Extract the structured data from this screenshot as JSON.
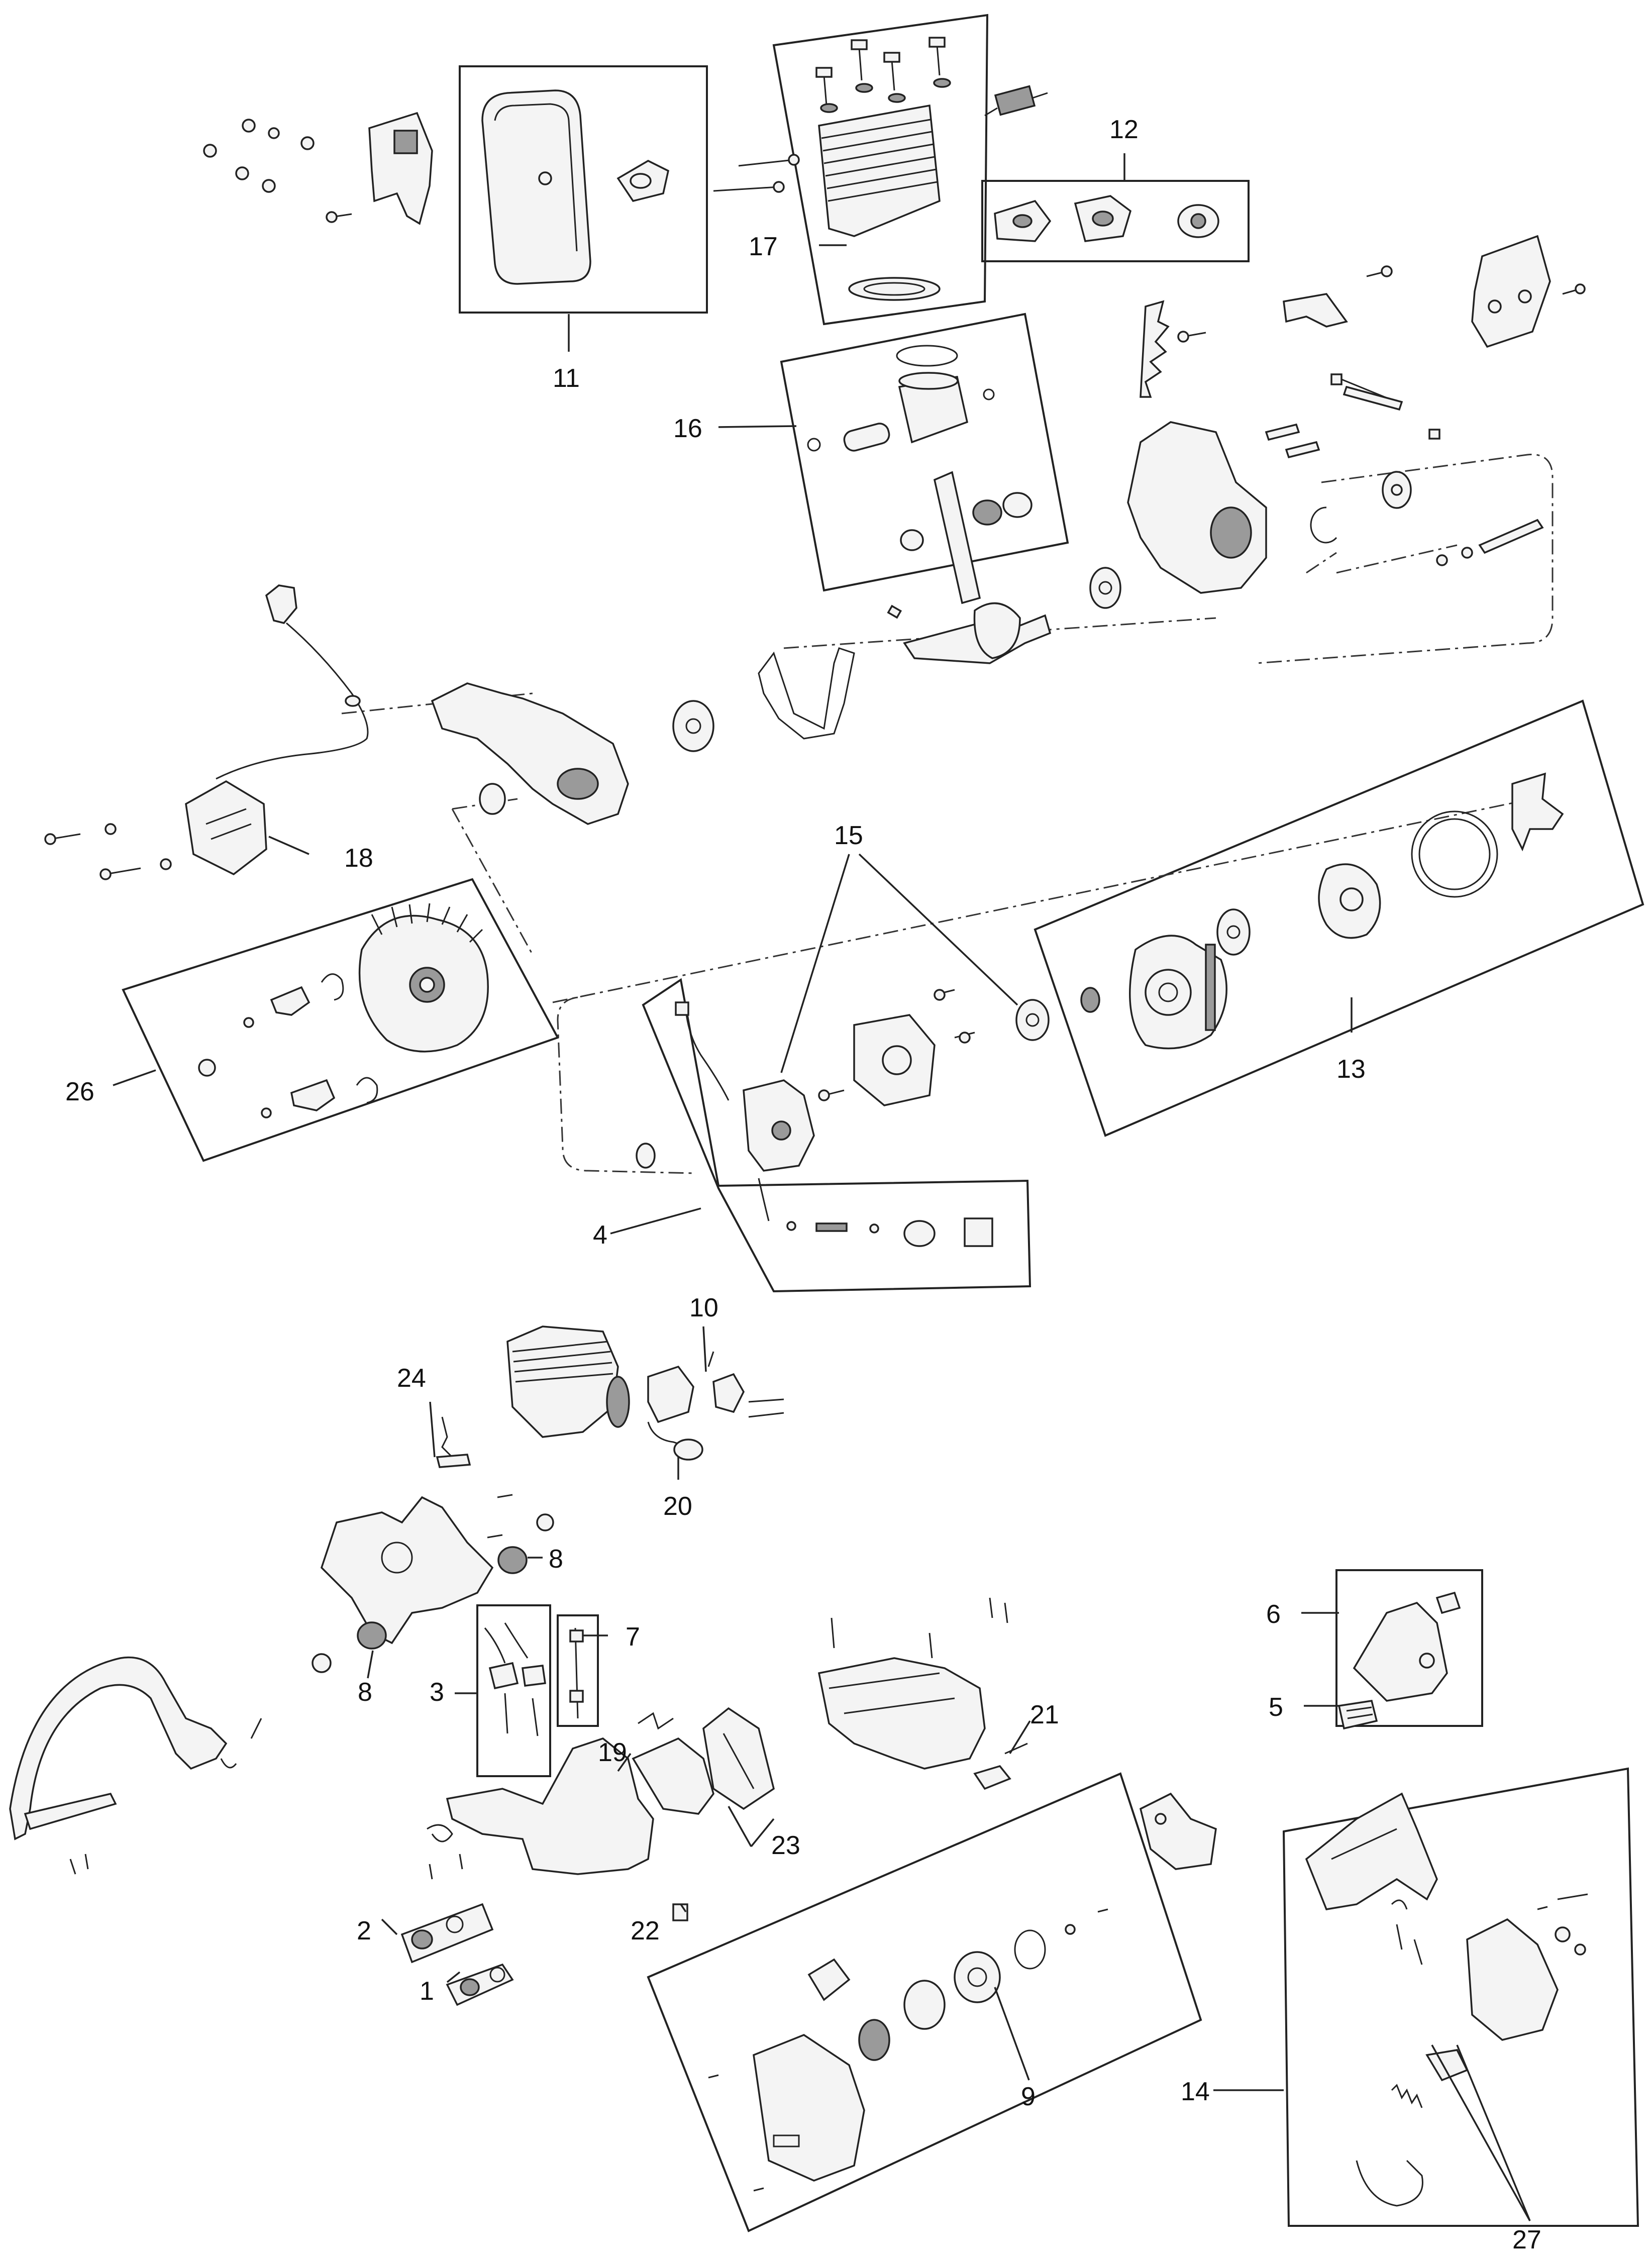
{
  "callouts": {
    "c1": "1",
    "c2": "2",
    "c3": "3",
    "c4": "4",
    "c5": "5",
    "c6": "6",
    "c7": "7",
    "c8a": "8",
    "c8b": "8",
    "c9": "9",
    "c10": "10",
    "c11": "11",
    "c12": "12",
    "c13": "13",
    "c14": "14",
    "c15": "15",
    "c16": "16",
    "c17": "17",
    "c18": "18",
    "c19": "19",
    "c20": "20",
    "c21": "21",
    "c22": "22",
    "c23": "23",
    "c24": "24",
    "c26": "26",
    "c27": "27"
  }
}
